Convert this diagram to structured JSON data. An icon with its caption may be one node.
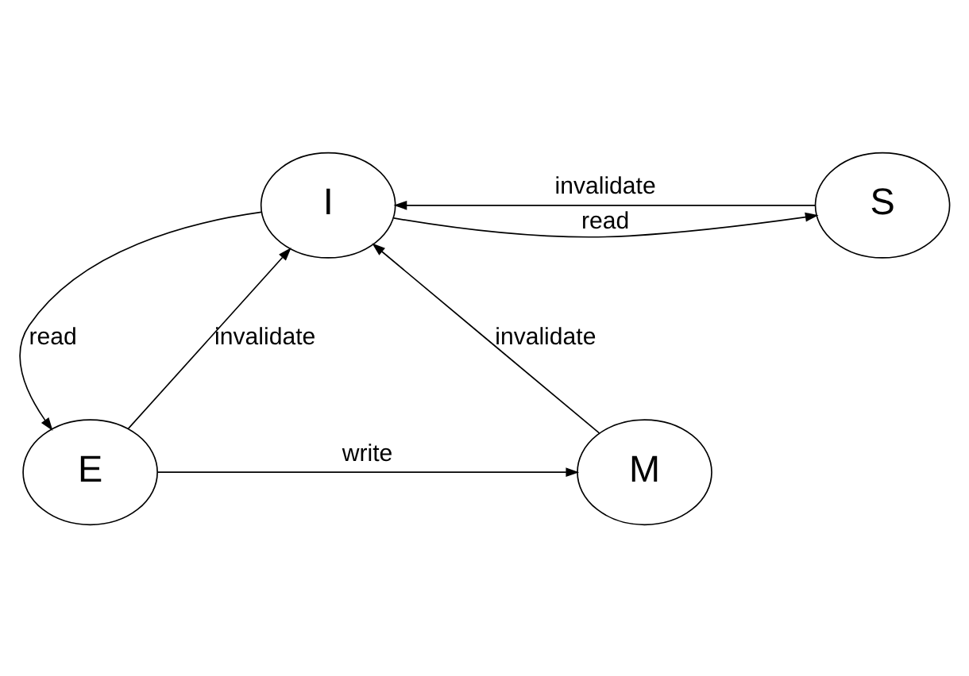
{
  "diagram": {
    "nodes": [
      {
        "text": [
          "I"
        ]
      },
      {
        "text": [
          "S"
        ]
      },
      {
        "text": [
          "E"
        ]
      },
      {
        "text": [
          "M"
        ]
      }
    ],
    "edges": [
      {
        "from": 0,
        "to": 1,
        "arrow": "to",
        "label": "read"
      },
      {
        "from": 1,
        "to": 0,
        "arrow": "to",
        "label": "invalidate"
      },
      {
        "from": 0,
        "to": 2,
        "arrow": "to",
        "label": "read"
      },
      {
        "from": 2,
        "to": 0,
        "arrow": "to",
        "label": "invalidate"
      },
      {
        "from": 2,
        "to": 3,
        "arrow": "to",
        "label": "write"
      },
      {
        "from": 3,
        "to": 0,
        "arrow": "to",
        "label": "invalidate"
      }
    ]
  }
}
